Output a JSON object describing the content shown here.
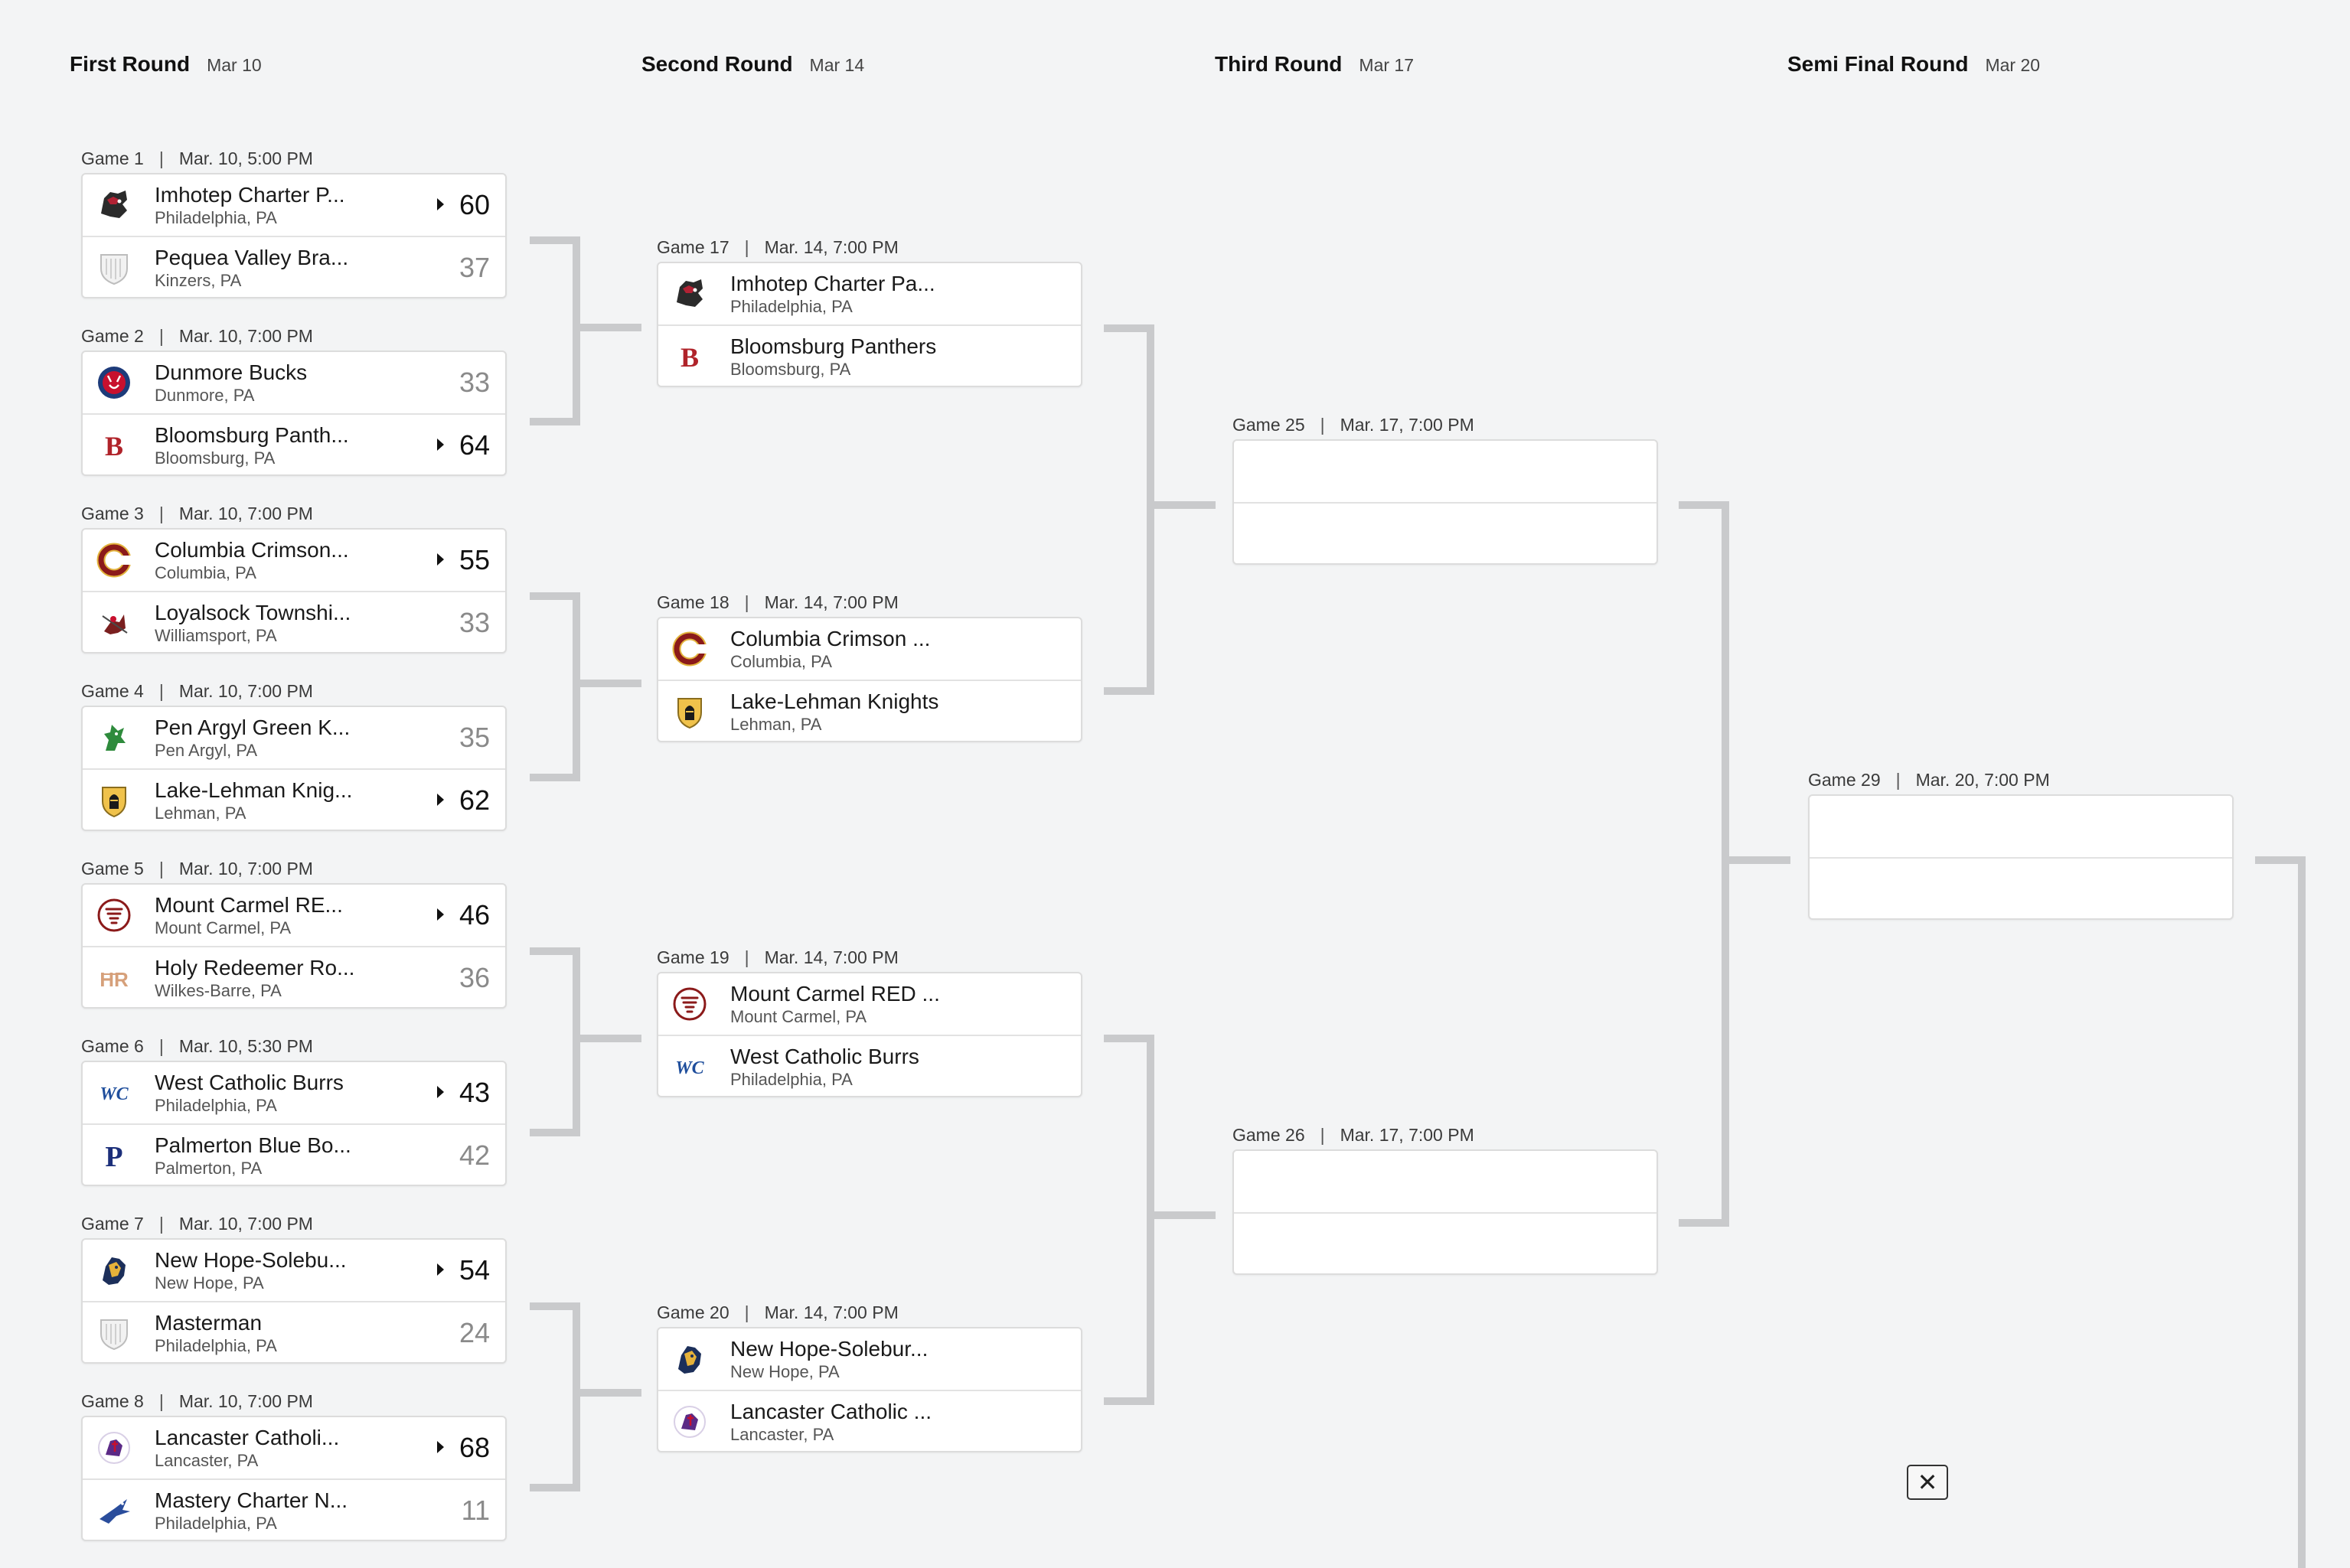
{
  "rounds": [
    {
      "title": "First Round",
      "date": "Mar 10"
    },
    {
      "title": "Second Round",
      "date": "Mar 14"
    },
    {
      "title": "Third Round",
      "date": "Mar 17"
    },
    {
      "title": "Semi Final Round",
      "date": "Mar 20"
    }
  ],
  "games": {
    "g1": {
      "label": "Game 1",
      "time": "Mar. 10, 5:00 PM",
      "teams": [
        {
          "name": "Imhotep Charter P...",
          "location": "Philadelphia, PA",
          "score": "60",
          "logo": "panther-head-logo"
        },
        {
          "name": "Pequea Valley Bra...",
          "location": "Kinzers, PA",
          "score": "37",
          "logo": "shield-placeholder-logo"
        }
      ]
    },
    "g2": {
      "label": "Game 2",
      "time": "Mar. 10, 7:00 PM",
      "teams": [
        {
          "name": "Dunmore Bucks",
          "location": "Dunmore, PA",
          "score": "33",
          "logo": "buck-seal-logo"
        },
        {
          "name": "Bloomsburg Panth...",
          "location": "Bloomsburg, PA",
          "score": "64",
          "logo": "letter-b-logo"
        }
      ]
    },
    "g3": {
      "label": "Game 3",
      "time": "Mar. 10, 7:00 PM",
      "teams": [
        {
          "name": "Columbia Crimson...",
          "location": "Columbia, PA",
          "score": "55",
          "logo": "letter-c-logo"
        },
        {
          "name": "Loyalsock Townshi...",
          "location": "Williamsport, PA",
          "score": "33",
          "logo": "lancer-logo"
        }
      ]
    },
    "g4": {
      "label": "Game 4",
      "time": "Mar. 10, 7:00 PM",
      "teams": [
        {
          "name": "Pen Argyl Green K...",
          "location": "Pen Argyl, PA",
          "score": "35",
          "logo": "green-knight-logo"
        },
        {
          "name": "Lake-Lehman Knig...",
          "location": "Lehman, PA",
          "score": "62",
          "logo": "knight-shield-logo"
        }
      ]
    },
    "g5": {
      "label": "Game 5",
      "time": "Mar. 10, 7:00 PM",
      "teams": [
        {
          "name": "Mount Carmel RE...",
          "location": "Mount Carmel, PA",
          "score": "46",
          "logo": "tornado-logo"
        },
        {
          "name": "Holy Redeemer Ro...",
          "location": "Wilkes-Barre, PA",
          "score": "36",
          "logo": "hr-monogram-logo"
        }
      ]
    },
    "g6": {
      "label": "Game 6",
      "time": "Mar. 10, 5:30 PM",
      "teams": [
        {
          "name": "West Catholic Burrs",
          "location": "Philadelphia, PA",
          "score": "43",
          "logo": "wc-monogram-logo"
        },
        {
          "name": "Palmerton Blue Bo...",
          "location": "Palmerton, PA",
          "score": "42",
          "logo": "letter-p-logo"
        }
      ]
    },
    "g7": {
      "label": "Game 7",
      "time": "Mar. 10, 7:00 PM",
      "teams": [
        {
          "name": "New Hope-Solebu...",
          "location": "New Hope, PA",
          "score": "54",
          "logo": "lion-logo"
        },
        {
          "name": "Masterman",
          "location": "Philadelphia, PA",
          "score": "24",
          "logo": "shield-placeholder-logo"
        }
      ]
    },
    "g8": {
      "label": "Game 8",
      "time": "Mar. 10, 7:00 PM",
      "teams": [
        {
          "name": "Lancaster Catholi...",
          "location": "Lancaster, PA",
          "score": "68",
          "logo": "crusader-logo"
        },
        {
          "name": "Mastery Charter N...",
          "location": "Philadelphia, PA",
          "score": "11",
          "logo": "bird-logo"
        }
      ]
    },
    "g17": {
      "label": "Game 17",
      "time": "Mar. 14, 7:00 PM",
      "teams": [
        {
          "name": "Imhotep Charter Pa...",
          "location": "Philadelphia, PA",
          "score": "",
          "logo": "panther-head-logo"
        },
        {
          "name": "Bloomsburg Panthers",
          "location": "Bloomsburg, PA",
          "score": "",
          "logo": "letter-b-logo"
        }
      ]
    },
    "g18": {
      "label": "Game 18",
      "time": "Mar. 14, 7:00 PM",
      "teams": [
        {
          "name": "Columbia Crimson ...",
          "location": "Columbia, PA",
          "score": "",
          "logo": "letter-c-logo"
        },
        {
          "name": "Lake-Lehman Knights",
          "location": "Lehman, PA",
          "score": "",
          "logo": "knight-shield-logo"
        }
      ]
    },
    "g19": {
      "label": "Game 19",
      "time": "Mar. 14, 7:00 PM",
      "teams": [
        {
          "name": "Mount Carmel RED ...",
          "location": "Mount Carmel, PA",
          "score": "",
          "logo": "tornado-logo"
        },
        {
          "name": "West Catholic Burrs",
          "location": "Philadelphia, PA",
          "score": "",
          "logo": "wc-monogram-logo"
        }
      ]
    },
    "g20": {
      "label": "Game 20",
      "time": "Mar. 14, 7:00 PM",
      "teams": [
        {
          "name": "New Hope-Solebur...",
          "location": "New Hope, PA",
          "score": "",
          "logo": "lion-logo"
        },
        {
          "name": "Lancaster Catholic ...",
          "location": "Lancaster, PA",
          "score": "",
          "logo": "crusader-logo"
        }
      ]
    },
    "g25": {
      "label": "Game 25",
      "time": "Mar. 17, 7:00 PM",
      "teams": []
    },
    "g26": {
      "label": "Game 26",
      "time": "Mar. 17, 7:00 PM",
      "teams": []
    },
    "g29": {
      "label": "Game 29",
      "time": "Mar. 20, 7:00 PM",
      "teams": []
    }
  },
  "meta_separator": "|",
  "close_label": "✕",
  "colors": {
    "connector": "#c9cacc",
    "card_border": "#dcdcdc",
    "background": "#f3f4f5"
  }
}
